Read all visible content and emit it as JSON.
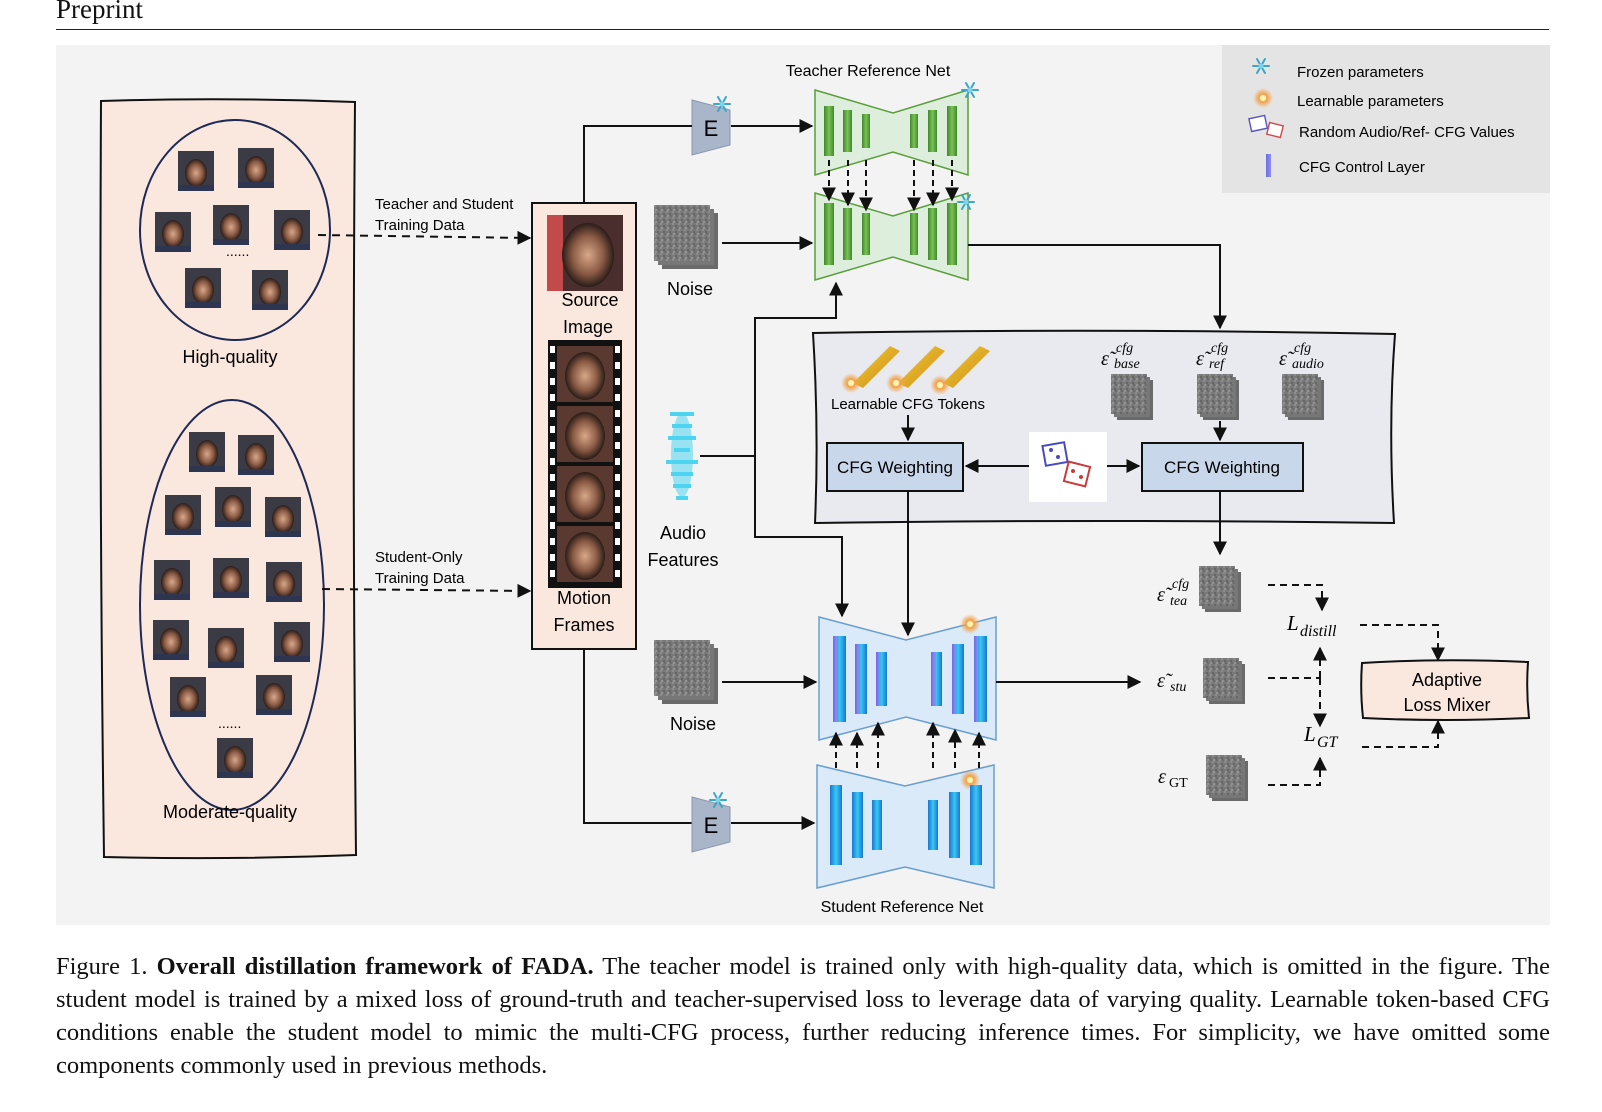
{
  "header": {
    "text": "Preprint"
  },
  "data_groups": {
    "high_quality_label": "High-quality",
    "moderate_quality_label": "Moderate-quality",
    "teacher_student_label_line1": "Teacher and Student",
    "teacher_student_label_line2": "Training Data",
    "student_only_label_line1": "Student-Only",
    "student_only_label_line2": "Training Data",
    "ellipsis": "......"
  },
  "inputs": {
    "source_line1": "Source",
    "source_line2": "Image",
    "motion_line1": "Motion",
    "motion_line2": "Frames",
    "noise_label": "Noise",
    "audio_line1": "Audio",
    "audio_line2": "Features",
    "encoder_label": "E"
  },
  "networks": {
    "teacher_title": "Teacher Reference Net",
    "student_title": "Student Reference Net"
  },
  "cfg_box": {
    "tokens_label": "Learnable CFG Tokens",
    "weighting_label": "CFG Weighting",
    "eps_base": "ε̃",
    "eps_base_sup": "cfg",
    "eps_base_sub": "base",
    "eps_ref_sup": "cfg",
    "eps_ref_sub": "ref",
    "eps_audio_sup": "cfg",
    "eps_audio_sub": "audio"
  },
  "losses": {
    "eps_tea_sup": "cfg",
    "eps_tea_sub": "tea",
    "eps_stu_sub": "stu",
    "eps_symbol_tilde": "ε̃",
    "eps_symbol": "ε",
    "eps_gt_sub": "GT",
    "l_symbol": "L",
    "l_distill_sub": "distill",
    "l_gt_sub": "GT",
    "mixer_line1": "Adaptive",
    "mixer_line2": "Loss Mixer"
  },
  "legend": {
    "frozen": "Frozen parameters",
    "learnable": "Learnable parameters",
    "random": "Random Audio/Ref- CFG Values",
    "control": "CFG Control Layer"
  },
  "caption": {
    "figure_no": "Figure 1.",
    "title": "Overall distillation framework of FADA.",
    "body": "The teacher model is trained only with high-quality data, which is omitted in the figure.  The student model is trained by a mixed loss of ground-truth and teacher-supervised loss to leverage data of varying quality. Learnable token-based CFG conditions enable the student model to mimic the multi-CFG process, further reducing inference times. For simplicity, we have omitted some components commonly used in previous methods."
  },
  "colors": {
    "panel_bg": "#f3f3f3",
    "data_bg": "#fae8de",
    "teacher_green": "#5a9e3a",
    "student_blue": "#1ea0e0",
    "cfg_box_bg": "#e9eaf0",
    "weighting_bg": "#c9d7ea",
    "legend_bg": "#e4e4e4"
  },
  "icons": [
    "snowflake-icon",
    "spark-icon",
    "dice-icon",
    "face-thumbnail",
    "noise-patch",
    "audio-waveform-icon",
    "film-strip-icon"
  ]
}
